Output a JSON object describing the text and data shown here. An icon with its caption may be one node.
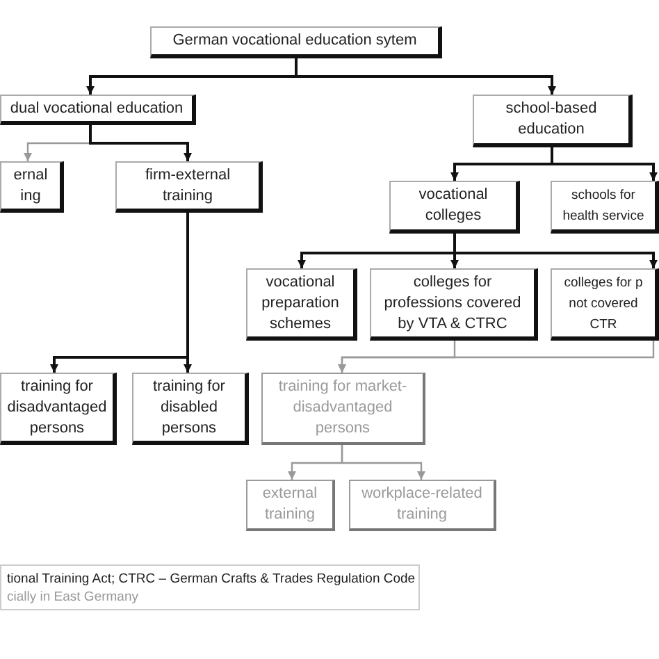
{
  "diagram": {
    "nodes": [
      {
        "text": [
          "German vocational education sytem"
        ]
      },
      {
        "text": [
          "dual vocational education"
        ]
      },
      {
        "text": [
          "school-based education"
        ]
      },
      {
        "text": [
          "ernal ing"
        ]
      },
      {
        "text": [
          "firm-external training"
        ]
      },
      {
        "text": [
          "vocational colleges"
        ]
      },
      {
        "text": [
          "schools for health service"
        ]
      },
      {
        "text": [
          "vocational preparation schemes"
        ]
      },
      {
        "text": [
          "colleges for professions covered by VTA & CTRC"
        ]
      },
      {
        "text": [
          "colleges for p not covered CTR"
        ]
      },
      {
        "text": [
          "training for disadvantaged persons"
        ]
      },
      {
        "text": [
          "training for disabled persons"
        ]
      },
      {
        "text": [
          "training for market-disadvantaged persons"
        ]
      },
      {
        "text": [
          "external training"
        ]
      },
      {
        "text": [
          "workplace-related training"
        ]
      }
    ],
    "edges": [
      {
        "from": 0,
        "to": 1,
        "arrow": "to"
      },
      {
        "from": 0,
        "to": 2,
        "arrow": "to"
      },
      {
        "from": 1,
        "to": 3,
        "arrow": "to",
        "color": "#999999"
      },
      {
        "from": 1,
        "to": 4,
        "arrow": "to"
      },
      {
        "from": 2,
        "to": 5,
        "arrow": "to"
      },
      {
        "from": 2,
        "to": 6,
        "arrow": "to"
      },
      {
        "from": 5,
        "to": 7,
        "arrow": "to"
      },
      {
        "from": 5,
        "to": 8,
        "arrow": "to"
      },
      {
        "from": 5,
        "to": 9,
        "arrow": "to"
      },
      {
        "from": 4,
        "to": 10,
        "arrow": "to"
      },
      {
        "from": 4,
        "to": 11,
        "arrow": "to"
      },
      {
        "from": 8,
        "to": 12,
        "arrow": "to",
        "color": "#999999"
      },
      {
        "from": 9,
        "to": 12,
        "arrow": "to",
        "color": "#999999"
      },
      {
        "from": 12,
        "to": 13,
        "arrow": "to",
        "color": "#999999"
      },
      {
        "from": 12,
        "to": 14,
        "arrow": "to",
        "color": "#999999"
      }
    ],
    "labels": [
      "tional Training Act; CTRC – German Crafts & Trades Regulation Code",
      "cially in East Germany"
    ]
  }
}
